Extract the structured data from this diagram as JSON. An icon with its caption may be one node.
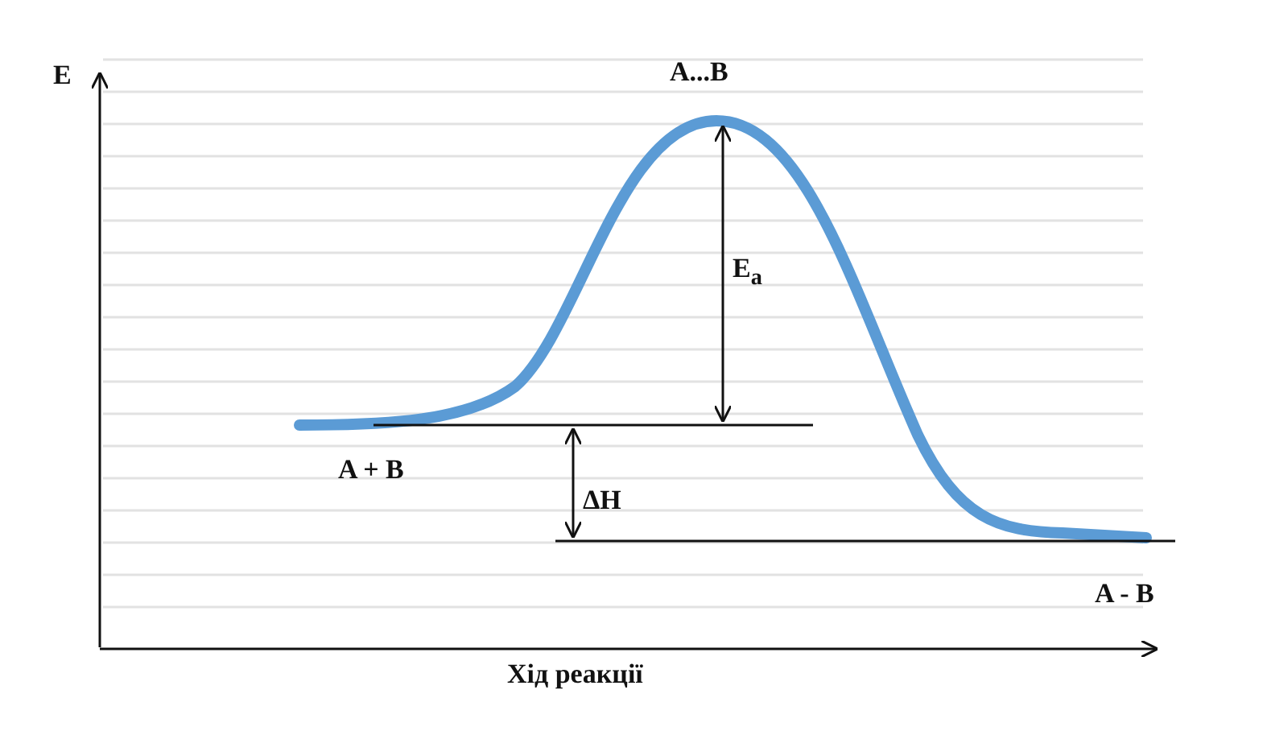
{
  "diagram": {
    "labels": [
      "E",
      "A...B",
      "E$_{a}$",
      "A + B",
      "ΔH",
      "A - B",
      "Хід реакції"
    ]
  }
}
